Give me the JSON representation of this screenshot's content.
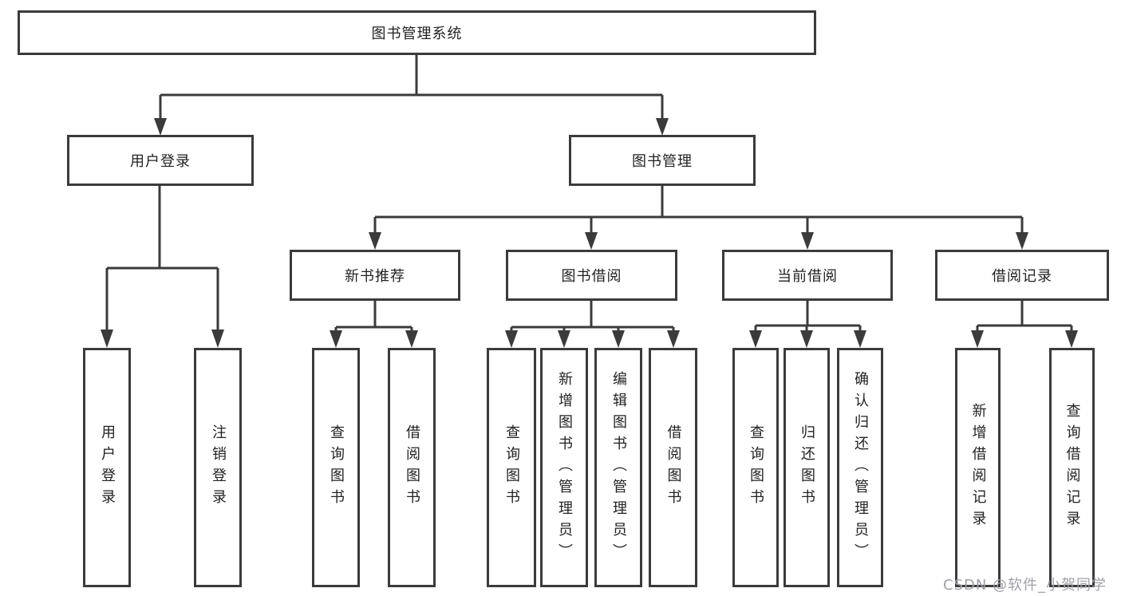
{
  "nodes": {
    "root": "图书管理系统",
    "user_login": "用户登录",
    "book_mgmt": "图书管理",
    "new_book_rec": "新书推荐",
    "book_borrow": "图书借阅",
    "current_borrow": "当前借阅",
    "borrow_record": "借阅记录",
    "ul_user_login": "用户登录",
    "ul_logout": "注销登录",
    "nb_query_book": "查询图书",
    "nb_borrow_book": "借阅图书",
    "bb_query_book": "查询图书",
    "bb_add_book": "新增图书（管理员）",
    "bb_edit_book": "编辑图书（管理员）",
    "bb_borrow_book": "借阅图书",
    "cb_query_book": "查询图书",
    "cb_return_book": "归还图书",
    "cb_confirm_return": "确认归还（管理员）",
    "br_add_record": "新增借阅记录",
    "br_query_record": "查询借阅记录"
  },
  "watermark": "CSDN @软件_小贺同学",
  "colors": {
    "line": "#3b3b3b",
    "text": "#222222",
    "background": "#ffffff",
    "watermark": "#a0a1a9"
  }
}
